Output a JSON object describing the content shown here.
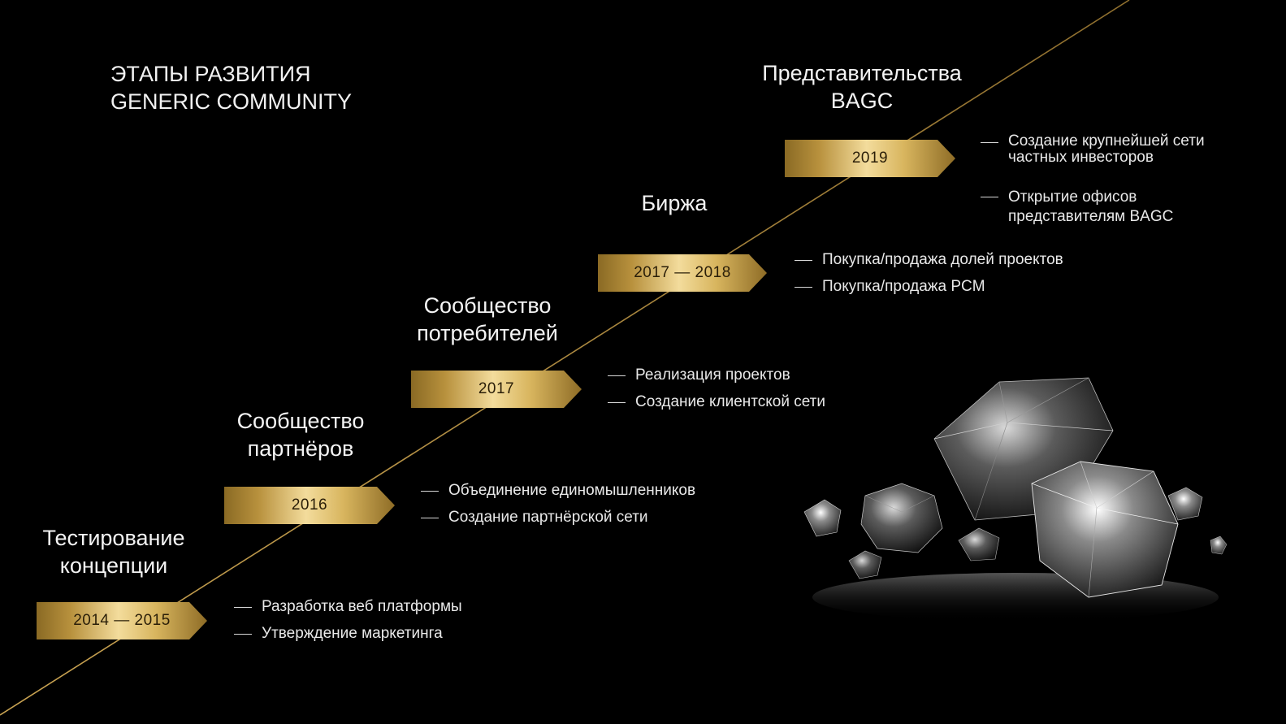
{
  "title": {
    "line1": "ЭТАПЫ РАЗВИТИЯ",
    "line2": "GENERIC COMMUNITY"
  },
  "stages": [
    {
      "title": [
        "Тестирование",
        "концепции"
      ],
      "period": "2014 — 2015",
      "bullets": [
        [
          "Разработка веб платформы"
        ],
        [
          "Утверждение маркетинга"
        ]
      ]
    },
    {
      "title": [
        "Сообщество",
        "партнёров"
      ],
      "period": "2016",
      "bullets": [
        [
          "Объединение единомышленников"
        ],
        [
          "Создание партнёрской сети"
        ]
      ]
    },
    {
      "title": [
        "Сообщество",
        "потребителей"
      ],
      "period": "2017",
      "bullets": [
        [
          "Реализация проектов"
        ],
        [
          "Создание клиентской сети"
        ]
      ]
    },
    {
      "title": [
        "Биржа"
      ],
      "period": "2017 — 2018",
      "bullets": [
        [
          "Покупка/продажа долей проектов"
        ],
        [
          "Покупка/продажа PCM"
        ]
      ]
    },
    {
      "title": [
        "Представительства",
        "BAGC"
      ],
      "period": "2019",
      "bullets": [
        [
          "Создание крупнейшей сети",
          "частных инвесторов"
        ],
        [
          "Открытие офисов",
          "представителям BAGC"
        ]
      ]
    }
  ],
  "colors": {
    "background": "#000000",
    "gold_dark": "#8a6a24",
    "gold_light": "#f3dc9c",
    "line": "#b08a3e"
  },
  "decor": {
    "image": "diamonds-cluster"
  }
}
